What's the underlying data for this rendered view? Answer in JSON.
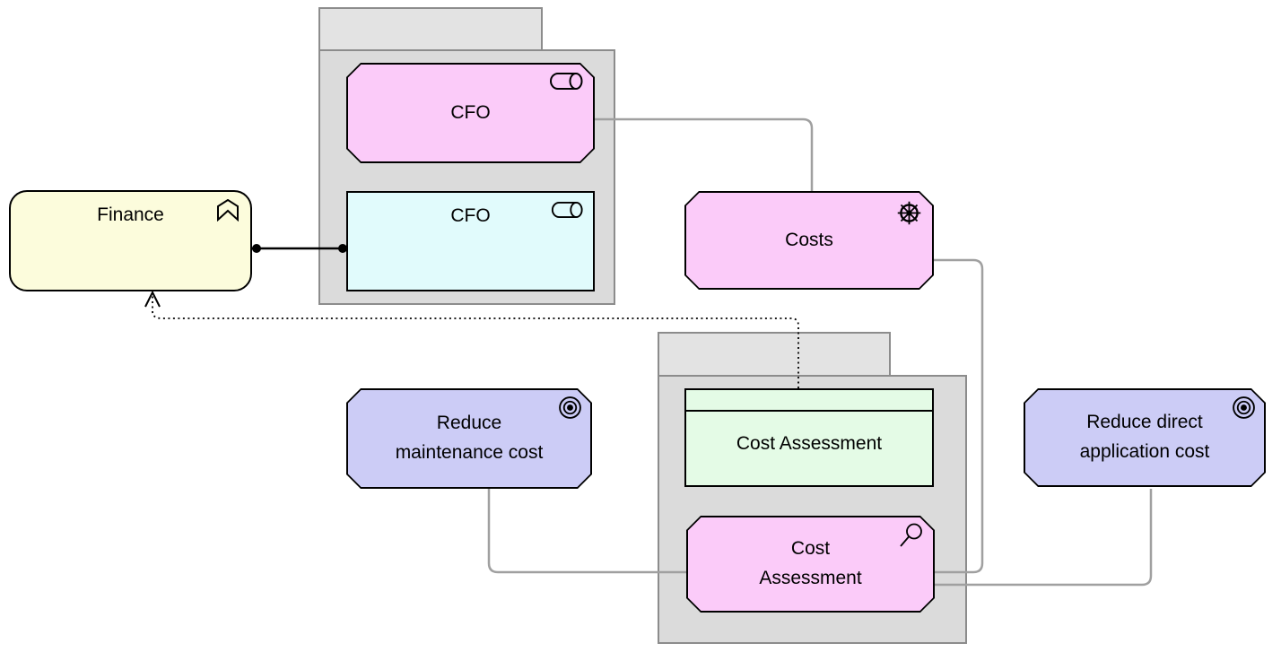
{
  "colors": {
    "business_yellow": "#fcfcdc",
    "motivation_pink": "#fbcbf9",
    "role_cyan": "#e1fbfc",
    "product_green": "#e4fbe6",
    "goal_purple": "#ccccf6",
    "folder_tab_gray": "#e3e3e3",
    "folder_body_gray": "#dbdbdb",
    "folder_border_gray": "#8c8c8c",
    "connector_gray": "#a0a0a0",
    "line_black": "#000000"
  },
  "elements": {
    "finance": {
      "label": "Finance",
      "type": "business-function",
      "icon": "function-chevron-icon"
    },
    "cfo_stakeholder": {
      "label": "CFO",
      "type": "stakeholder",
      "icon": "role-cylinder-icon"
    },
    "cfo_role": {
      "label": "CFO",
      "type": "business-role",
      "icon": "role-cylinder-icon"
    },
    "costs": {
      "label": "Costs",
      "type": "driver",
      "icon": "driver-wheel-icon"
    },
    "product_cost_assessment": {
      "label": "Cost Assessment",
      "type": "product",
      "icon": "product-top-band"
    },
    "assessment_cost_assessment": {
      "label": "Cost Assessment",
      "type": "assessment",
      "icon": "magnifier-icon"
    },
    "goal_reduce_maintenance": {
      "label": "Reduce maintenance cost",
      "type": "goal",
      "icon": "target-icon"
    },
    "goal_reduce_direct_application": {
      "label": "Reduce direct application cost",
      "type": "goal",
      "icon": "target-icon"
    }
  },
  "folders": {
    "top": {
      "label": ""
    },
    "bottom": {
      "label": ""
    }
  },
  "relationships": [
    {
      "type": "assignment",
      "from": "Finance",
      "to": "CFO (business role)",
      "style": "solid-black-ball-both-ends"
    },
    {
      "type": "association",
      "from": "CFO (stakeholder)",
      "to": "Costs",
      "style": "solid-gray"
    },
    {
      "type": "association",
      "from": "Costs",
      "to": "Cost Assessment (assessment)",
      "style": "solid-gray"
    },
    {
      "type": "association",
      "from": "Reduce maintenance cost",
      "to": "Cost Assessment (assessment)",
      "style": "solid-gray"
    },
    {
      "type": "association",
      "from": "Cost Assessment (assessment)",
      "to": "Reduce direct application cost",
      "style": "solid-gray"
    },
    {
      "type": "influence",
      "from": "Cost Assessment (product)",
      "to": "Finance",
      "style": "dotted-black-open-arrow"
    }
  ]
}
